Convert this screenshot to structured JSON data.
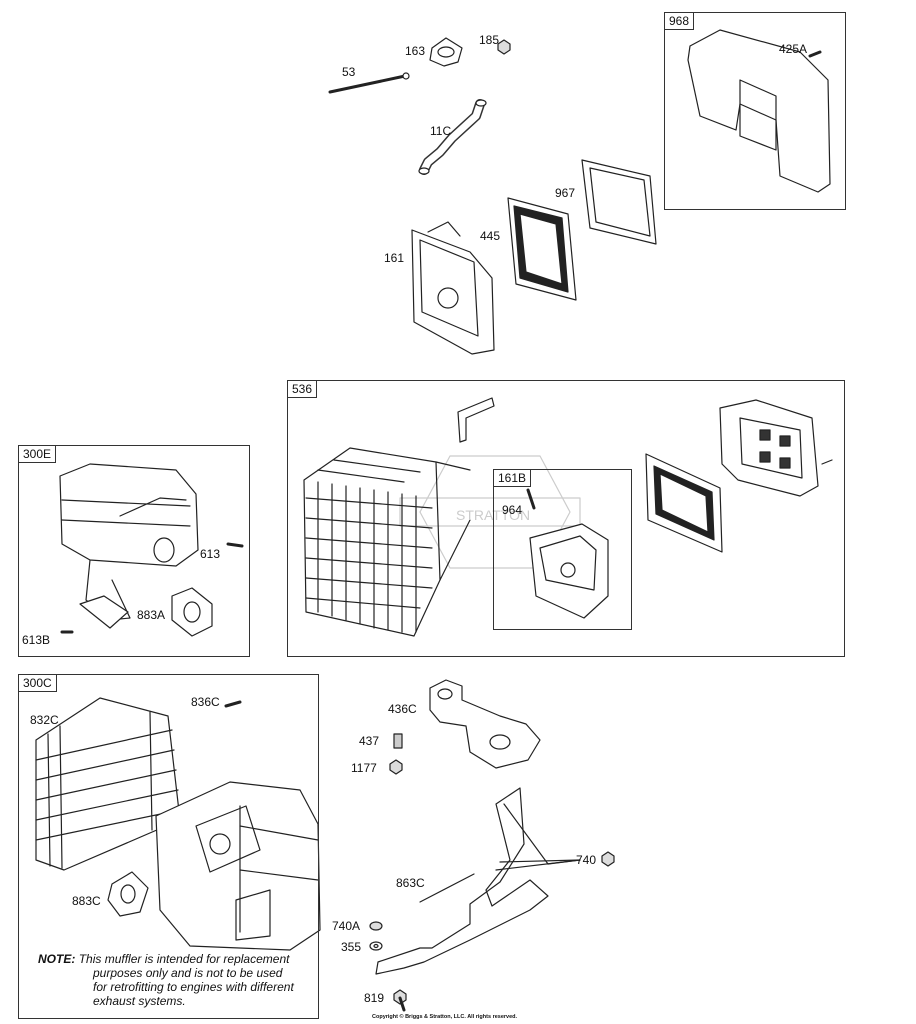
{
  "boxes": {
    "b968": "968",
    "b536": "536",
    "b161B": "161B",
    "b300E": "300E",
    "b300C": "300C"
  },
  "labels": {
    "p53": "53",
    "p163": "163",
    "p185": "185",
    "p11C": "11C",
    "p967": "967",
    "p445": "445",
    "p161": "161",
    "p425A": "425A",
    "p964": "964",
    "p613": "613",
    "p883A": "883A",
    "p613B": "613B",
    "p836C": "836C",
    "p832C": "832C",
    "p883C": "883C",
    "p436C": "436C",
    "p437": "437",
    "p1177": "1177",
    "p740": "740",
    "p863C": "863C",
    "p740A": "740A",
    "p355": "355",
    "p819": "819"
  },
  "note": {
    "prefix": "NOTE:",
    "line1": "This muffler is intended for replacement",
    "line2": "purposes only and is not to be used",
    "line3": "for retrofitting to engines with different",
    "line4": "exhaust systems."
  },
  "copyright": "Copyright © Briggs & Stratton, LLC. All rights reserved.",
  "watermark": "STRATTON"
}
